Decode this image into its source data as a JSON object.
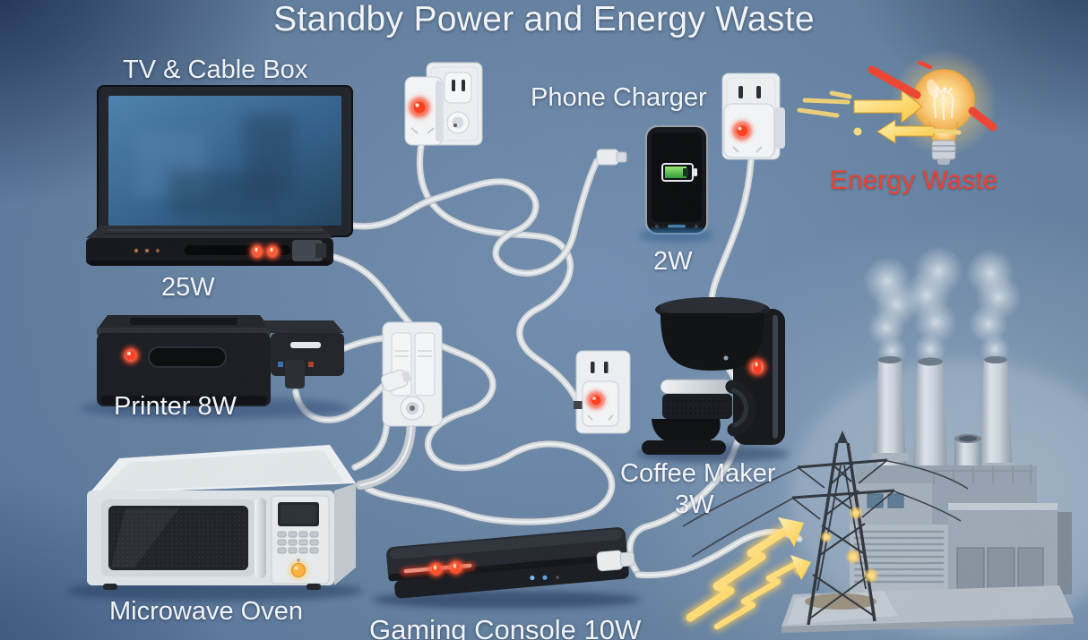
{
  "title": "Standby Power and Energy Waste",
  "devices": [
    {
      "id": "tv-cable-box",
      "label": "TV & Cable Box",
      "watts": "25W"
    },
    {
      "id": "phone-charger",
      "label": "Phone Charger",
      "watts": "2W"
    },
    {
      "id": "printer",
      "label": "Printer 8W"
    },
    {
      "id": "coffee-maker",
      "label": "Coffee Maker",
      "watts": "3W"
    },
    {
      "id": "microwave",
      "label": "Microwave Oven"
    },
    {
      "id": "gaming-console",
      "label": "Gaming Console 10W"
    }
  ],
  "annotations": {
    "energy_waste": "Energy Waste"
  },
  "icons": {
    "standby_led": "red glowing standby indicator",
    "light_bulb": "glowing incandescent bulb",
    "energy_arrows": "yellow energy flow arrows with red slashes",
    "lightning_bolt": "yellow lightning arrows to power grid",
    "transmission_tower": "electric pylon with lights",
    "power_plant": "power station with three smoking stacks",
    "wall_outlet": "white wall outlet with plugged adapter"
  },
  "colors": {
    "background": "#63809f",
    "label_text": "#f3f6fa",
    "energy_waste_text": "#e94334",
    "standby_led": "#ff3f20",
    "lightning": "#ffd967",
    "cable": "#d6dbdf"
  }
}
